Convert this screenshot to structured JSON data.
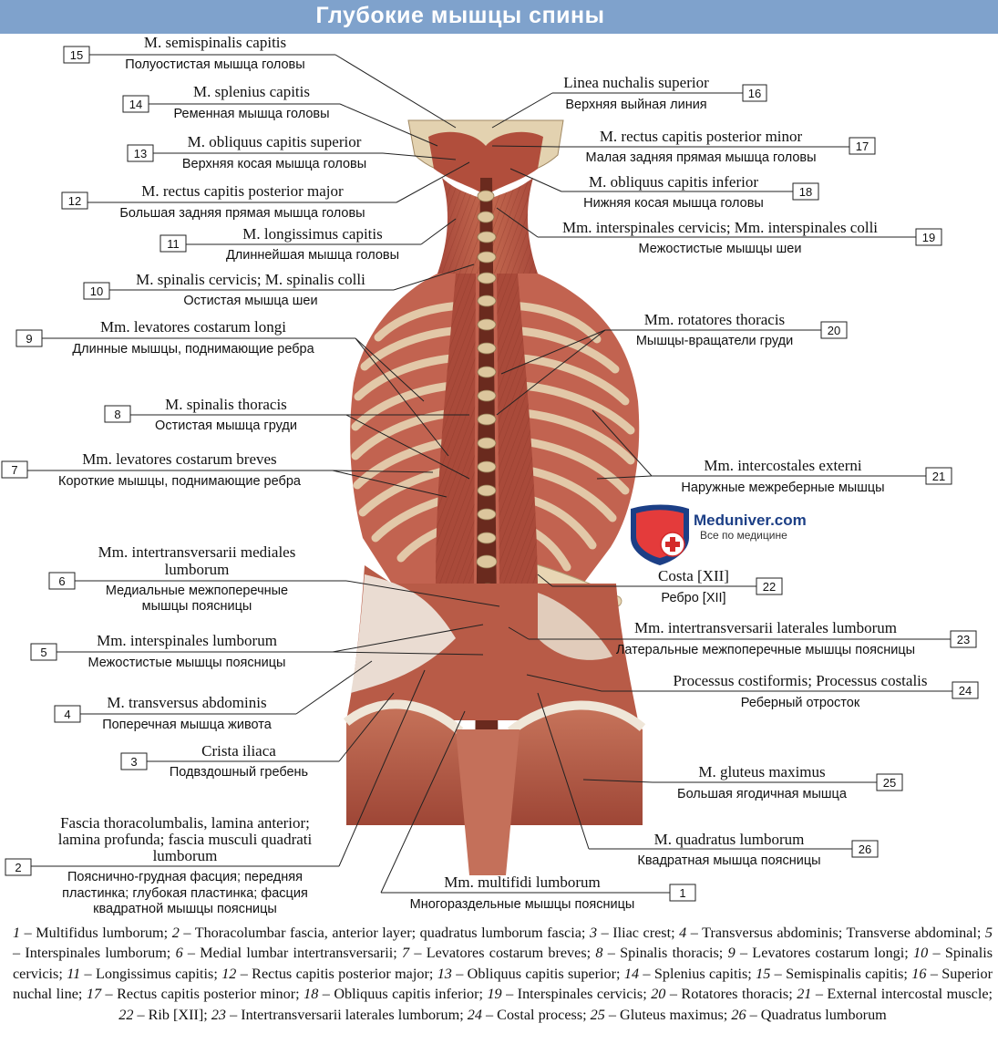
{
  "title": "Глубокие мышцы спины",
  "logo": {
    "brand": "Meduniver.com",
    "tagline": "Все по медицине"
  },
  "labels": [
    {
      "n": "15",
      "lat": "M. semispinalis capitis",
      "rus": "Полуостистая мышца головы"
    },
    {
      "n": "14",
      "lat": "M. splenius capitis",
      "rus": "Ременная мышца головы"
    },
    {
      "n": "13",
      "lat": "M. obliquus capitis superior",
      "rus": "Верхняя косая мышца головы"
    },
    {
      "n": "12",
      "lat": "M. rectus capitis posterior major",
      "rus": "Большая задняя прямая мышца головы"
    },
    {
      "n": "11",
      "lat": "M. longissimus capitis",
      "rus": "Длиннейшая мышца головы"
    },
    {
      "n": "10",
      "lat": "M. spinalis cervicis; M. spinalis colli",
      "rus": "Остистая мышца шеи"
    },
    {
      "n": "9",
      "lat": "Mm. levatores costarum longi",
      "rus": "Длинные мышцы, поднимающие ребра"
    },
    {
      "n": "8",
      "lat": "M. spinalis thoracis",
      "rus": "Остистая мышца груди"
    },
    {
      "n": "7",
      "lat": "Mm. levatores costarum breves",
      "rus": "Короткие мышцы, поднимающие ребра"
    },
    {
      "n": "6",
      "lat1": "Mm. intertransversarii mediales",
      "lat2": "lumborum",
      "rus1": "Медиальные межпоперечные",
      "rus2": "мышцы поясницы"
    },
    {
      "n": "5",
      "lat": "Mm. interspinales lumborum",
      "rus": "Межостистые мышцы поясницы"
    },
    {
      "n": "4",
      "lat": "M. transversus abdominis",
      "rus": "Поперечная мышца живота"
    },
    {
      "n": "3",
      "lat": "Crista iliaca",
      "rus": "Подвздошный гребень"
    },
    {
      "n": "2",
      "lat1": "Fascia thoracolumbalis, lamina anterior;",
      "lat2": "lamina profunda; fascia musculi quadrati",
      "lat3": "lumborum",
      "rus1": "Пояснично-грудная фасция; передняя",
      "rus2": "пластинка; глубокая пластинка; фасция",
      "rus3": "квадратной мышцы поясницы"
    },
    {
      "n": "16",
      "lat": "Linea nuchalis superior",
      "rus": "Верхняя выйная линия"
    },
    {
      "n": "17",
      "lat": "M. rectus capitis posterior minor",
      "rus": "Малая задняя прямая мышца головы"
    },
    {
      "n": "18",
      "lat": "M. obliquus capitis inferior",
      "rus": "Нижняя косая мышца головы"
    },
    {
      "n": "19",
      "lat": "Mm. interspinales cervicis; Mm. interspinales colli",
      "rus": "Межостистые мышцы шеи"
    },
    {
      "n": "20",
      "lat": "Mm. rotatores thoracis",
      "rus": "Мышцы-вращатели груди"
    },
    {
      "n": "21",
      "lat": "Mm. intercostales externi",
      "rus": "Наружные межреберные мышцы"
    },
    {
      "n": "22",
      "lat": "Costa [XII]",
      "rus": "Ребро [XII]"
    },
    {
      "n": "23",
      "lat": "Mm. intertransversarii laterales lumborum",
      "rus": "Латеральные межпоперечные мышцы поясницы"
    },
    {
      "n": "24",
      "lat": "Processus costiformis; Processus costalis",
      "rus": "Реберный отросток"
    },
    {
      "n": "25",
      "lat": "M. gluteus maximus",
      "rus": "Большая ягодичная мышца"
    },
    {
      "n": "26",
      "lat": "M. quadratus lumborum",
      "rus": "Квадратная мышца поясницы"
    },
    {
      "n": "1",
      "lat": "Mm. multifidi lumborum",
      "rus": "Многораздельные мышцы поясницы"
    }
  ],
  "legend": [
    {
      "n": "1",
      "t": "Multifidus lumborum;"
    },
    {
      "n": "2",
      "t": "Thoracolumbar fascia, anterior layer; quadratus lumborum fascia;"
    },
    {
      "n": "3",
      "t": "Iliac crest;"
    },
    {
      "n": "4",
      "t": "Transversus abdominis; Transverse abdominal;"
    },
    {
      "n": "5",
      "t": "Interspinales lumborum;"
    },
    {
      "n": "6",
      "t": "Medial lumbar intertransversarii;"
    },
    {
      "n": "7",
      "t": "Levatores costarum breves;"
    },
    {
      "n": "8",
      "t": "Spinalis thoracis;"
    },
    {
      "n": "9",
      "t": "Levatores costarum longi;"
    },
    {
      "n": "10",
      "t": "Spinalis cervicis;"
    },
    {
      "n": "11",
      "t": "Longissimus capitis;"
    },
    {
      "n": "12",
      "t": "Rectus capitis posterior major;"
    },
    {
      "n": "13",
      "t": "Obliquus capitis superior;"
    },
    {
      "n": "14",
      "t": "Splenius capitis;"
    },
    {
      "n": "15",
      "t": "Semispinalis capitis;"
    },
    {
      "n": "16",
      "t": "Superior nuchal line;"
    },
    {
      "n": "17",
      "t": "Rectus capitis posterior minor;"
    },
    {
      "n": "18",
      "t": "Obliquus capitis inferior;"
    },
    {
      "n": "19",
      "t": "Interspinales cervicis;"
    },
    {
      "n": "20",
      "t": "Rotatores thoracis;"
    },
    {
      "n": "21",
      "t": "External intercostal muscle;"
    },
    {
      "n": "22",
      "t": "Rib [XII];"
    },
    {
      "n": "23",
      "t": "Intertransversarii laterales lumborum;"
    },
    {
      "n": "24",
      "t": "Costal process;"
    },
    {
      "n": "25",
      "t": "Gluteus maximus;"
    },
    {
      "n": "26",
      "t": "Quadratus lumborum"
    }
  ],
  "colors": {
    "title_bar": "#7fa2cc",
    "muscle": "#b8583f",
    "muscle_dark": "#8c3527",
    "tendon": "#e8d8c4",
    "bone": "#d9c7a3",
    "logo_blue": "#1c3f86",
    "logo_red": "#d42a2a"
  }
}
